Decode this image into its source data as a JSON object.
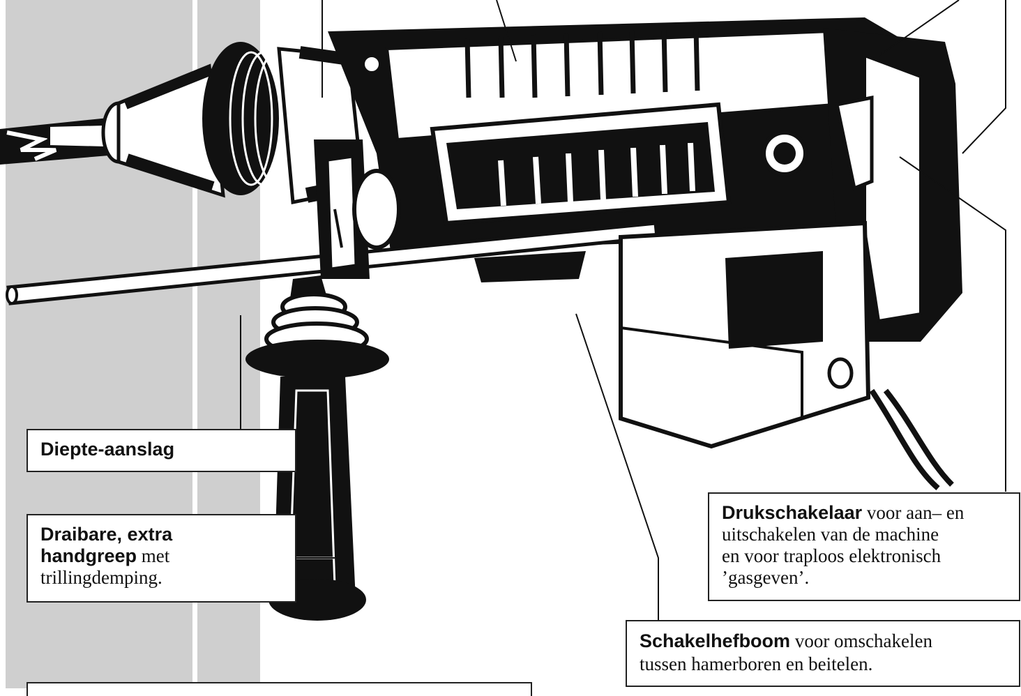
{
  "callouts": {
    "depth_stop": {
      "bold": "Diepte-aanslag"
    },
    "aux_handle": {
      "bold_line1": "Draibare, extra",
      "bold_line2": "handgreep",
      "text_line2": " met",
      "text_line3": "trillingdemping."
    },
    "push_switch": {
      "bold": "Drukschakelaar",
      "text_line1": " voor aan– en",
      "text_line2": "uitschakelen van de machine",
      "text_line3": "en voor traploos elektronisch",
      "text_line4": "’gasgeven’."
    },
    "switch_lever": {
      "bold": "Schakelhefboom",
      "text_line1": " voor omschakelen",
      "text_line2": "tussen hamerboren en beitelen."
    }
  },
  "colors": {
    "ink": "#111111",
    "wall_shade": "#cfcfcf",
    "paper": "#ffffff"
  }
}
